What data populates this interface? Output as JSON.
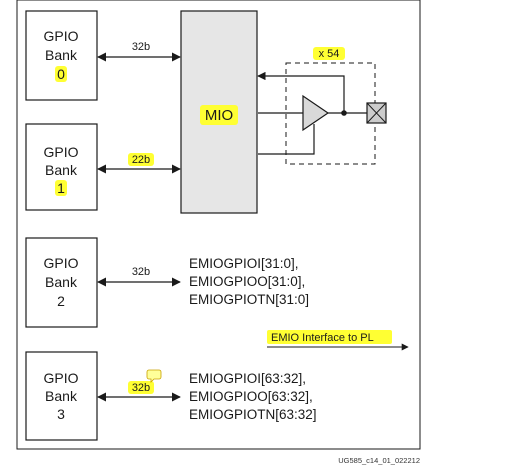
{
  "banks": [
    {
      "line1": "GPIO",
      "line2": "Bank",
      "num": "0"
    },
    {
      "line1": "GPIO",
      "line2": "Bank",
      "num": "1"
    },
    {
      "line1": "GPIO",
      "line2": "Bank",
      "num": "2"
    },
    {
      "line1": "GPIO",
      "line2": "Bank",
      "num": "3"
    }
  ],
  "widths": [
    "32b",
    "22b",
    "32b",
    "32b"
  ],
  "mio_label": "MIO",
  "pin_count": "x 54",
  "emio_bank2": [
    "EMIOGPIOI[31:0],",
    "EMIOGPIOO[31:0],",
    "EMIOGPIOTN[31:0]"
  ],
  "emio_bank3": [
    "EMIOGPIOI[63:32],",
    "EMIOGPIOO[63:32],",
    "EMIOGPIOTN[63:32]"
  ],
  "emio_interface": "EMIO Interface to PL",
  "footer_code": "UG585_c14_01_022212",
  "colors": {
    "highlight": "#ffff33",
    "mio_fill": "#e6e6e6",
    "stroke": "#1a1a1a"
  }
}
